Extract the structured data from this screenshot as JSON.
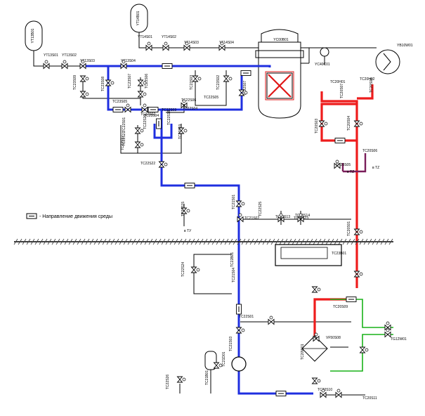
{
  "legend": {
    "text": "- Направление движения среды"
  },
  "colors": {
    "blue_line": "#1f2fe0",
    "red_line": "#ee1c1c",
    "green_line": "#19b219",
    "purple_line": "#7a1e5a"
  },
  "tanks": {
    "left": "YT13B01",
    "top": "YT14B01",
    "reactor": "YC00B01",
    "heat_exchanger": "YB10W01"
  },
  "labels": {
    "yt13s01": "YT13S01",
    "yt13s02": "YT13S02",
    "yt13s03": "YT13S03",
    "yt13s04": "YT13S04",
    "yt14s01": "YT14S01",
    "yt14s02": "YT14S02",
    "yt14s03": "YT14S03",
    "yt14s04": "YT14S04",
    "tc23s09": "TC23S09",
    "tc23s08": "TC23S08",
    "tc23s07": "TC23S07",
    "tc23s06": "TC23S06",
    "tc23s05": "TC23S05",
    "tc23s04": "TC23S04",
    "tc23s03": "TC23S03",
    "tc23s02": "TC23S02",
    "tc22s07": "TC22S07",
    "tc22s06": "TC22S06",
    "tc22s05": "TC22S05",
    "tc22s04": "TC22S04",
    "tc22s03": "TC22S03",
    "tc22s02": "TC22S02",
    "tc22s01": "TC22S01",
    "tc22s17": "TC22S17",
    "tc22s18": "TC22S18",
    "tc22s19": "TC22S19",
    "tc22s20": "TC22S20",
    "tc22s21": "TC22S21",
    "tc22s22": "TC22S22",
    "tc22s23": "TC22S23",
    "tc22s24": "TC22S24",
    "tc22s26": "TC22S26",
    "tc22s15": "TC22S15",
    "tc22s25": "TC22S25",
    "yc40c01": "YC40C01",
    "tc20h01": "TC20H01",
    "tc20h02": "TC20H02",
    "tc20s01": "TC20S01",
    "tc20s03": "TC20S03",
    "tc20s04": "TC20S04",
    "tc20s05": "TC20S05",
    "tc20s06": "TC20S06",
    "tc20s07": "TC20S07",
    "tc20s08": "TC20S08",
    "tc21s01": "TC21S01",
    "tc21s02": "TC21S02",
    "tc21d01": "TC21D01",
    "tc21b01": "TC21B01",
    "tc21s03": "TC21S03",
    "tc20w01": "TC20W01",
    "tc23b01": "TC23B01",
    "tc20s09": "TC20S09",
    "tc23s13": "TC23S13",
    "tc23s14": "TC23S14",
    "tc22b01": "TC22B01",
    "tc21s04": "TC21S04",
    "tc22s01b": "TC22S01",
    "vf50s08": "VF50S08",
    "tg12w01": "TG12W01",
    "tc20s10": "TC20S10",
    "tc20s11": "TC20S11",
    "v_ty": "в ТУ",
    "v_tz": "в TZ",
    "v_tz2": "в TZ"
  }
}
